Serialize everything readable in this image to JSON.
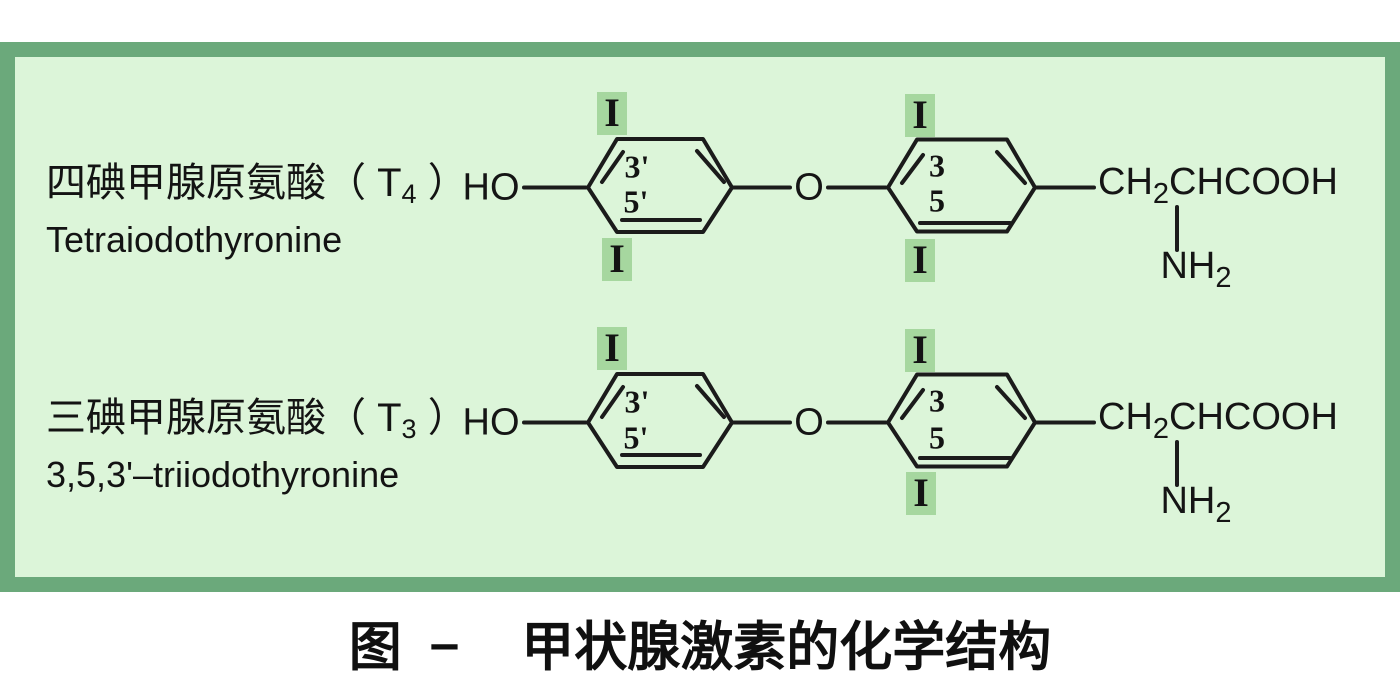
{
  "panel": {
    "border_color": "#6ba97b",
    "bg_color": "#dcf5d9",
    "highlight_color": "#a6d79f"
  },
  "caption": {
    "prefix": "图",
    "dash": "–",
    "text": "甲状腺激素的化学结构"
  },
  "molecules": {
    "t4": {
      "label_cn_pre": "四碘甲腺原氨酸（ T",
      "label_cn_sub": "4",
      "label_cn_post": " ）",
      "label_en": "Tetraiodothyronine",
      "hydroxyl": "HO",
      "ether_oxygen": "O",
      "ring_outer": {
        "pos_3p": "3'",
        "pos_5p": "5'",
        "iodine_top": "I",
        "iodine_bottom": "I"
      },
      "ring_inner": {
        "pos_3": "3",
        "pos_5": "5",
        "iodine_top": "I",
        "iodine_bottom": "I"
      },
      "chain_pre": "CH",
      "chain_sub": "2",
      "chain_post": "CHCOOH",
      "amine_pre": "NH",
      "amine_sub": "2"
    },
    "t3": {
      "label_cn_pre": "三碘甲腺原氨酸（ T",
      "label_cn_sub": "3",
      "label_cn_post": " ）",
      "label_en": "3,5,3'–triiodothyronine",
      "hydroxyl": "HO",
      "ether_oxygen": "O",
      "ring_outer": {
        "pos_3p": "3'",
        "pos_5p": "5'",
        "iodine_top": "I"
      },
      "ring_inner": {
        "pos_3": "3",
        "pos_5": "5",
        "iodine_top": "I",
        "iodine_bottom": "I"
      },
      "chain_pre": "CH",
      "chain_sub": "2",
      "chain_post": "CHCOOH",
      "amine_pre": "NH",
      "amine_sub": "2"
    }
  }
}
